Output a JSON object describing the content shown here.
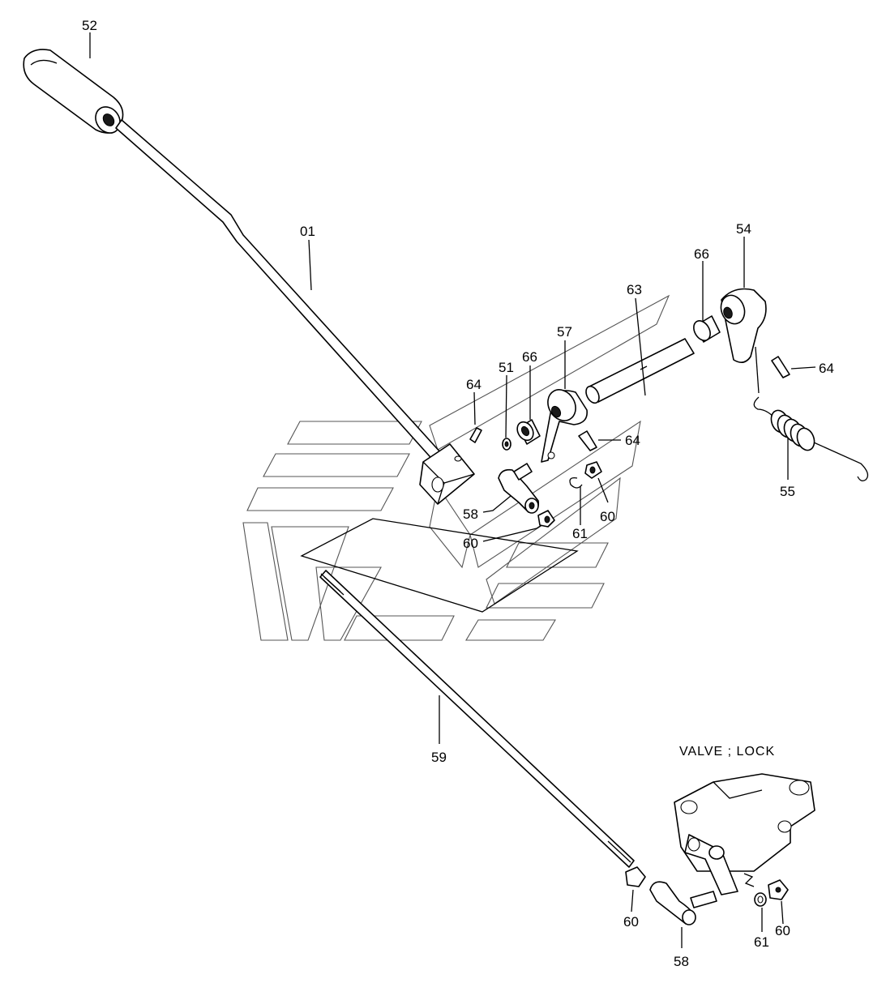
{
  "caption": "VALVE ; LOCK",
  "labels": {
    "p52": "52",
    "p01": "01",
    "p54": "54",
    "p66a": "66",
    "p63": "63",
    "p57": "57",
    "p66b": "66",
    "p51": "51",
    "p64a": "64",
    "p64b": "64",
    "p64c": "64",
    "p55": "55",
    "p58a": "58",
    "p61a": "61",
    "p60a": "60",
    "p60b": "60",
    "p59": "59",
    "p60c": "60",
    "p58b": "58",
    "p61b": "61",
    "p60d": "60"
  }
}
